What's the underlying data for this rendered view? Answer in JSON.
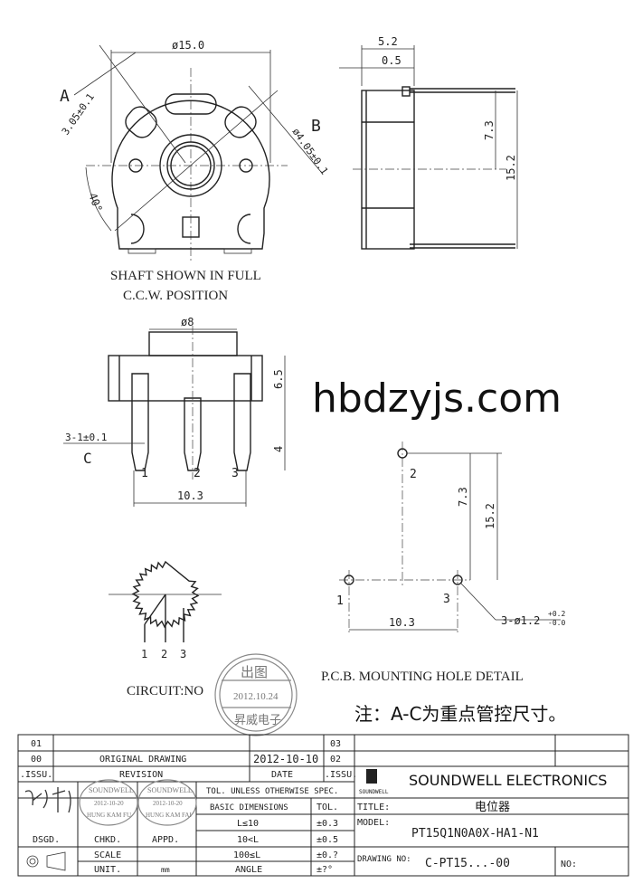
{
  "front_view": {
    "dim_width": "ø15.0",
    "label_a": "A",
    "dim_a": "3.05±0.1",
    "label_b": "B",
    "dim_b": "ø4.05±0.1",
    "angle": "40°",
    "note_line1": "SHAFT SHOWN IN FULL",
    "note_line2": "C.C.W. POSITION"
  },
  "side_view": {
    "dim_depth": "5.2",
    "dim_pin": "0.5",
    "dim_half": "7.3",
    "dim_height": "15.2"
  },
  "top_view": {
    "dim_shaft": "ø8",
    "dim_body": "6.5",
    "dim_pin_len": "4",
    "dim_pin_width": "3-1±0.1",
    "label_c": "C",
    "pins": [
      "1",
      "2",
      "3"
    ],
    "dim_pitch": "10.3"
  },
  "circuit": {
    "label": "CIRCUIT:NO",
    "pins": [
      "1",
      "2",
      "3"
    ]
  },
  "pcb_detail": {
    "pins": [
      "1",
      "2",
      "3"
    ],
    "dim_vertical": "7.3",
    "dim_height": "15.2",
    "dim_pitch": "10.3",
    "hole_spec": "3-ø1.2",
    "hole_tol_plus": "+0.2",
    "hole_tol_minus": "-0.0",
    "title": "P.C.B. MOUNTING HOLE DETAIL"
  },
  "note": "注：A-C为重点管控尺寸。",
  "stamp_release": {
    "top": "出图",
    "date": "2012.10.24",
    "bottom": "昇威电子"
  },
  "title_block": {
    "revisions": [
      {
        "issue": "01",
        "revision": "",
        "date": "",
        "issue2": "03"
      },
      {
        "issue": "00",
        "revision": "ORIGINAL DRAWING",
        "date": "2012-10-10",
        "issue2": "02"
      }
    ],
    "hdr_issue": ".ISSU.",
    "hdr_revision": "REVISION",
    "hdr_date": "DATE",
    "hdr_issue2": ".ISSU.",
    "company": "SOUNDWELL ELECTRONICS",
    "logo_text": "SOUNDWELL",
    "tol_header": "TOL. UNLESS OTHERWISE SPEC.",
    "basic_dims": "BASIC DIMENSIONS",
    "tol": "TOL.",
    "tolerances": [
      {
        "range": "L≤10",
        "tol": "±0.3"
      },
      {
        "range": "10<L",
        "tol": "±0.5"
      },
      {
        "range": "100≤L",
        "tol": "±0.?"
      },
      {
        "range": "ANGLE",
        "tol": "±?°"
      }
    ],
    "dsgd": "DSGD.",
    "chkd": "CHKD.",
    "appd": "APPD.",
    "scale": "SCALE",
    "unit": "UNIT.",
    "unit_value": "mm",
    "title_label": "TITLE:",
    "title_value": "电位器",
    "model_label": "MODEL:",
    "model_value": "PT15Q1N0A0X-HA1-N1",
    "drawing_no_label": "DRAWING NO:",
    "drawing_no_value": "C-PT15...-00",
    "no_label": "NO:",
    "stamp_name": "SOUNDWELL",
    "stamp_date": "2012-10-20",
    "stamp_chk_name": "HUNG KAM FU",
    "stamp_app_name": "HUNG KAM FAI"
  },
  "watermark": "hbdzyjs.com"
}
